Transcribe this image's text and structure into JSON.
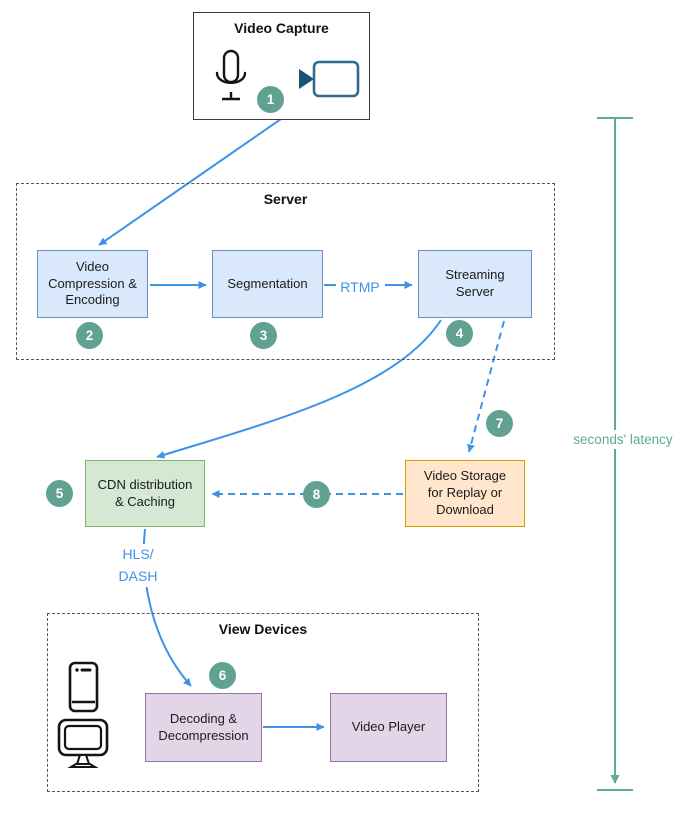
{
  "groups": {
    "capture": {
      "title": "Video Capture"
    },
    "server": {
      "title": "Server"
    },
    "view_devices": {
      "title": "View Devices"
    }
  },
  "nodes": {
    "compression": {
      "label": "Video\nCompression &\nEncoding"
    },
    "segmentation": {
      "label": "Segmentation"
    },
    "streaming": {
      "label": "Streaming\nServer"
    },
    "cdn": {
      "label": "CDN distribution\n& Caching"
    },
    "storage": {
      "label": "Video Storage\nfor Replay or\nDownload"
    },
    "decoding": {
      "label": "Decoding &\nDecompression"
    },
    "player": {
      "label": "Video Player"
    }
  },
  "badges": {
    "b1": "1",
    "b2": "2",
    "b3": "3",
    "b4": "4",
    "b5": "5",
    "b6": "6",
    "b7": "7",
    "b8": "8"
  },
  "edge_labels": {
    "rtmp": "RTMP",
    "hls_dash": "HLS/\nDASH",
    "latency": "seconds' latency"
  },
  "icons": {
    "microphone": "microphone-icon",
    "video_camera": "video-camera-icon",
    "smartphone": "smartphone-icon",
    "monitor": "monitor-icon"
  },
  "colors": {
    "node_blue_fill": "#DAE8FC",
    "node_blue_border": "#6C8EBF",
    "node_green_fill": "#D5E8D4",
    "node_green_border": "#82B366",
    "node_orange_fill": "#FFE6CC",
    "node_orange_border": "#D79B00",
    "node_purple_fill": "#E1D5E7",
    "node_purple_border": "#9673A6",
    "arrow_blue": "#3E93E8",
    "badge_green": "#60A192",
    "latency_teal": "#5FA99A",
    "camera_outline": "#2E6D8A",
    "camera_lens": "#1A5276"
  }
}
